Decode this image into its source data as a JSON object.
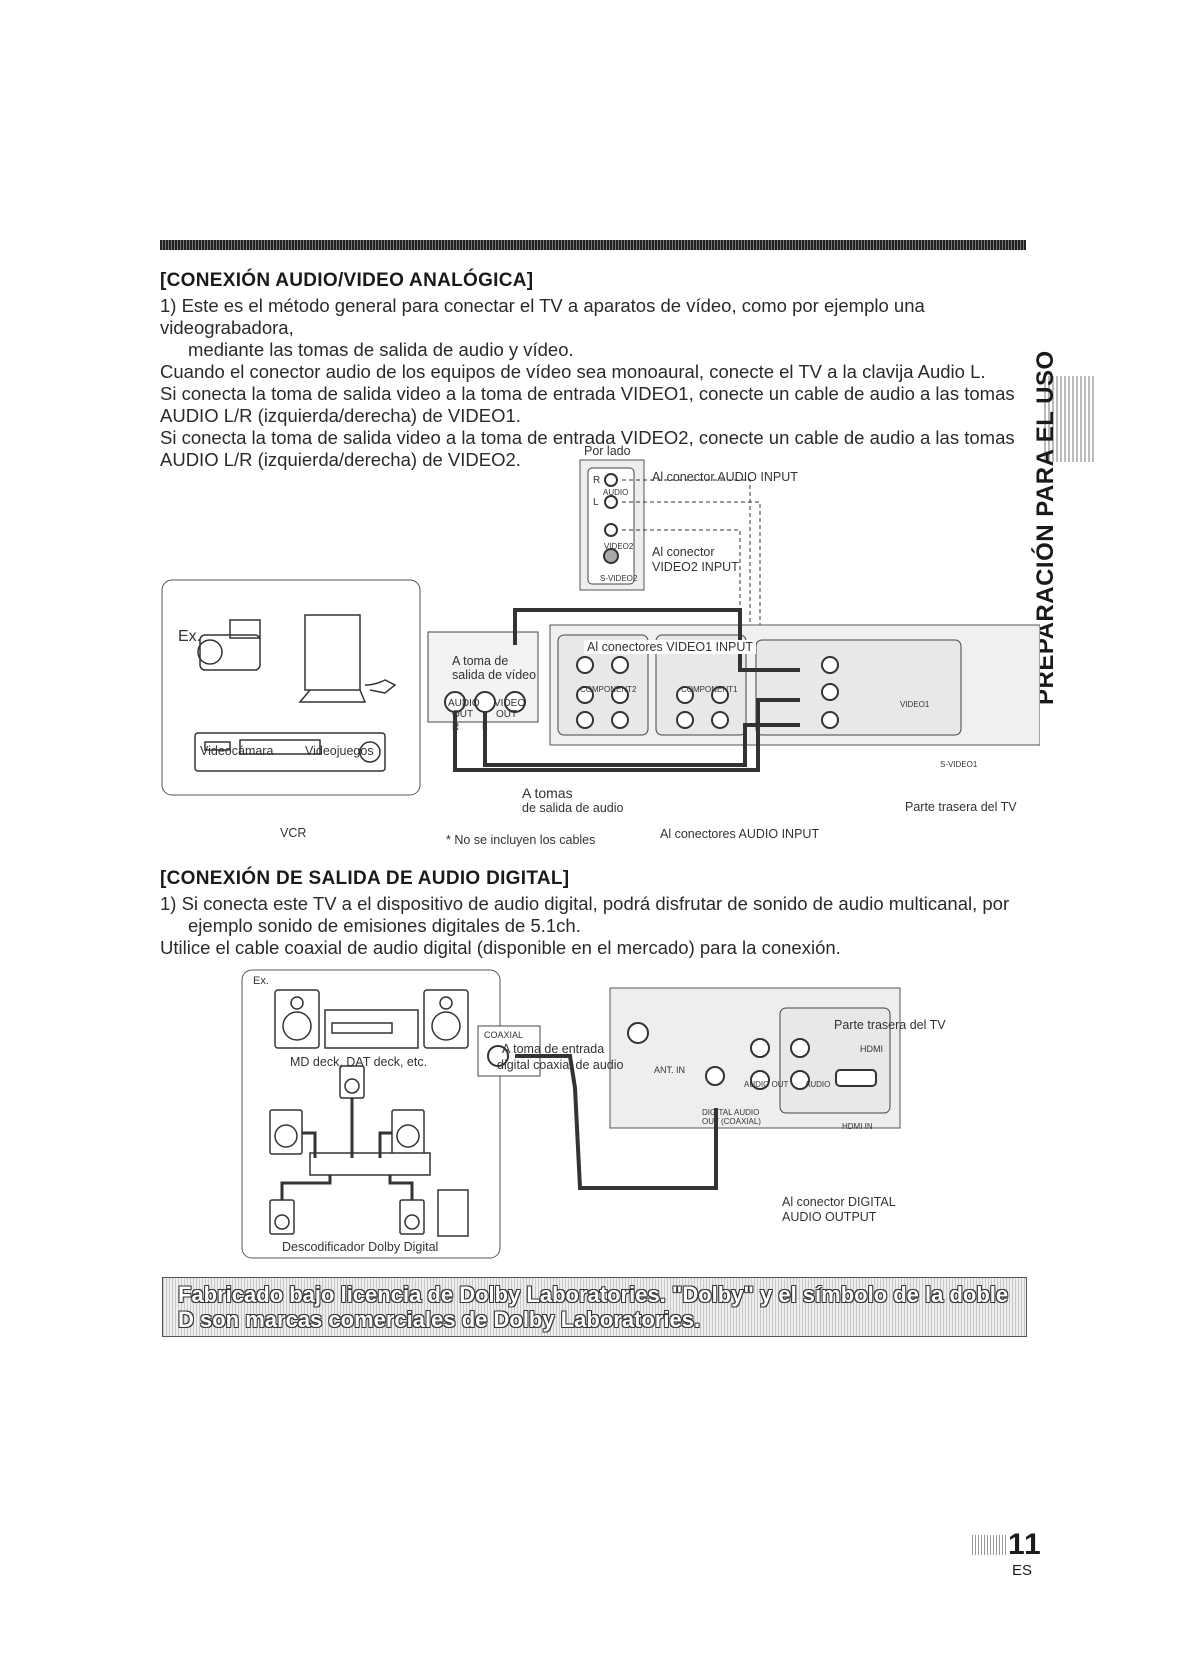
{
  "section1": {
    "heading": "[CONEXIÓN AUDIO/VIDEO ANALÓGICA]",
    "item1_line1": "1) Este es el método general para conectar el TV a aparatos de vídeo, como por ejemplo una videograbadora,",
    "item1_line2": "mediante las tomas de salida de audio y vídeo.",
    "p2": "Cuando el conector audio de los equipos de vídeo sea monoaural, conecte el TV a la clavija Audio L.",
    "p3_line1": "Si conecta la toma de salida video a la toma de entrada VIDEO1, conecte un cable de audio a las tomas",
    "p3_line2": "AUDIO L/R (izquierda/derecha) de VIDEO1.",
    "p4_line1": "Si conecta la toma de salida video a la toma de entrada VIDEO2, conecte un cable de audio a las tomas",
    "p4_line2": "AUDIO L/R (izquierda/derecha) de VIDEO2."
  },
  "diagram1": {
    "por_lado": "Por lado",
    "al_audio_input": "Al conector AUDIO INPUT",
    "al_conector": "Al conector",
    "video2_input": "VIDEO2 INPUT",
    "side_r": "R",
    "side_audio": "AUDIO",
    "side_l": "L",
    "side_video2": "VIDEO2",
    "side_svideo2": "S-VIDEO2",
    "ex": "Ex.",
    "videocamara": "Videocámara",
    "videojuegos": "Videojuegos",
    "vcr": "VCR",
    "toma_de": "A toma de",
    "salida_video": "salida de vídeo",
    "audio_out": "AUDIO",
    "out1": "OUT",
    "video_out": "VIDEO",
    "out2": "OUT",
    "r": "R",
    "l": "L",
    "a_tomas": "A tomas",
    "salida_audio": "de salida de audio",
    "al_video1_input": "Al conectores VIDEO1 INPUT",
    "parte_trasera": "Parte trasera del TV",
    "no_incluyen": "* No se incluyen los cables",
    "al_audio_inputs": "Al conectores AUDIO INPUT",
    "component2": "COMPONENT2",
    "component1": "COMPONENT1",
    "video1": "VIDEO1",
    "svideo1": "S-VIDEO1"
  },
  "section2": {
    "heading": "[CONEXIÓN DE SALIDA DE AUDIO DIGITAL]",
    "item1_line1": "1) Si conecta este TV a el dispositivo de audio digital, podrá disfrutar de sonido de audio multicanal, por",
    "item1_line2": "ejemplo sonido de emisiones digitales de 5.1ch.",
    "p2": "Utilice el cable coaxial de audio digital (disponible en el mercado) para la conexión."
  },
  "diagram2": {
    "ex": "Ex.",
    "md_deck": "MD deck, DAT deck, etc.",
    "descodificador": "Descodificador Dolby Digital",
    "toma_entrada": "A toma de entrada",
    "digital_coaxial": "digital coaxial de audio",
    "coaxial": "COAXIAL",
    "parte_trasera": "Parte trasera del TV",
    "ant_in": "ANT. IN",
    "hdmi": "HDMI",
    "audio_out": "AUDIO OUT",
    "audio": "AUDIO",
    "digital_audio_out": "DIGITAL AUDIO OUT (COAXIAL)",
    "hdmi_in": "HDMI IN",
    "al_digital": "Al conector DIGITAL",
    "audio_output": "AUDIO OUTPUT"
  },
  "notice": "Fabricado bajo licencia de Dolby Laboratories. \"Dolby\" y el símbolo de la doble D son marcas comerciales de Dolby Laboratories.",
  "side_tab": "PREPARACIÓN PARA EL USO",
  "page_number": "11",
  "page_lang": "ES"
}
